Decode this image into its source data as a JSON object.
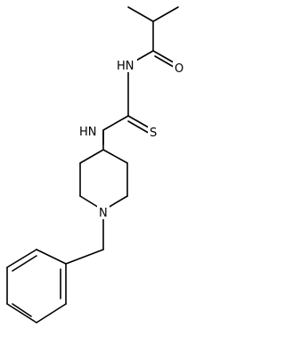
{
  "molecule": {
    "atom_labels": {
      "amide_nitrogen": "HN",
      "thiourea_nitrogen": "HN",
      "carbonyl_oxygen": "O",
      "thione_sulfur": "S",
      "piperidine_nitrogen": "N"
    },
    "colors": {
      "bond": "#000000",
      "label": "#000000",
      "background": "#ffffff"
    }
  }
}
